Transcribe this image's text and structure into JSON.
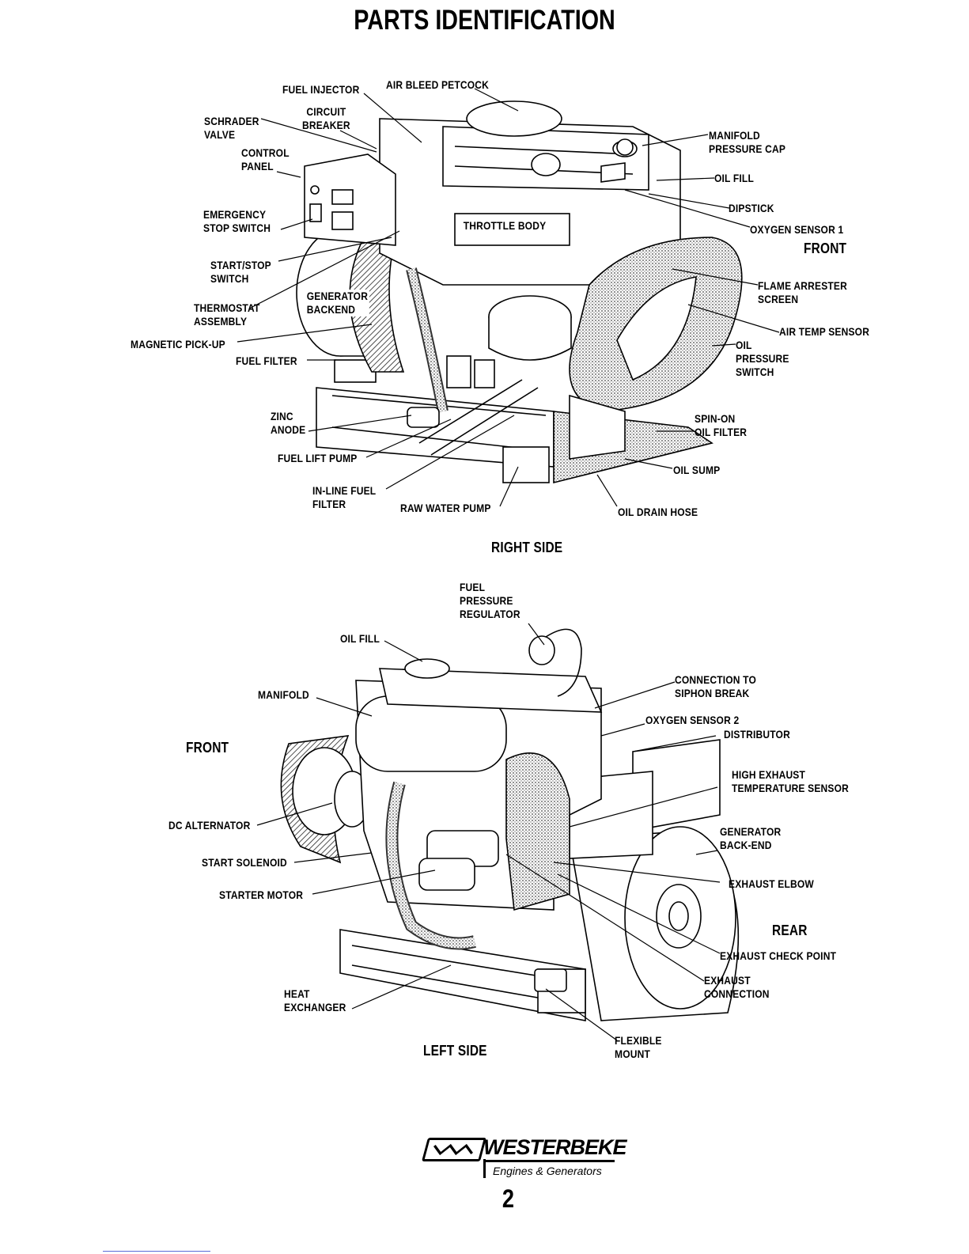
{
  "title": "PARTS IDENTIFICATION",
  "right_side": {
    "caption": "RIGHT SIDE",
    "orientation": "FRONT",
    "labels": {
      "fuel_injector": "FUEL INJECTOR",
      "air_bleed_petcock": "AIR BLEED PETCOCK",
      "circuit_breaker": "CIRCUIT\nBREAKER",
      "schrader_valve": "SCHRADER\nVALVE",
      "control_panel": "CONTROL\nPANEL",
      "emergency_stop_switch": "EMERGENCY\nSTOP SWITCH",
      "start_stop_switch": "START/STOP\nSWITCH",
      "thermostat_assembly": "THERMOSTAT\nASSEMBLY",
      "magnetic_pickup": "MAGNETIC PICK-UP",
      "fuel_filter": "FUEL FILTER",
      "zinc_anode": "ZINC\nANODE",
      "fuel_lift_pump": "FUEL LIFT PUMP",
      "inline_fuel_filter": "IN-LINE FUEL\nFILTER",
      "raw_water_pump": "RAW WATER PUMP",
      "oil_drain_hose": "OIL DRAIN HOSE",
      "oil_sump": "OIL SUMP",
      "spin_on_oil_filter": "SPIN-ON\nOIL FILTER",
      "oil_pressure_switch": "OIL\nPRESSURE\nSWITCH",
      "air_temp_sensor": "AIR TEMP SENSOR",
      "flame_arrester_screen": "FLAME ARRESTER\nSCREEN",
      "oxygen_sensor_1": "OXYGEN SENSOR 1",
      "dipstick": "DIPSTICK",
      "oil_fill": "OIL FILL",
      "manifold_pressure_cap": "MANIFOLD\nPRESSURE CAP",
      "throttle_body": "THROTTLE BODY",
      "generator_backend": "GENERATOR\nBACKEND"
    }
  },
  "left_side": {
    "caption": "LEFT SIDE",
    "orientation_front": "FRONT",
    "orientation_rear": "REAR",
    "labels": {
      "fuel_pressure_regulator": "FUEL\nPRESSURE\nREGULATOR",
      "oil_fill": "OIL FILL",
      "manifold": "MANIFOLD",
      "connection_to_siphon_break": "CONNECTION TO\nSIPHON BREAK",
      "oxygen_sensor_2": "OXYGEN SENSOR 2",
      "distributor": "DISTRIBUTOR",
      "high_exhaust_temperature_sensor": "HIGH EXHAUST\nTEMPERATURE SENSOR",
      "dc_alternator": "DC ALTERNATOR",
      "start_solenoid": "START SOLENOID",
      "starter_motor": "STARTER MOTOR",
      "generator_back_end": "GENERATOR\nBACK-END",
      "exhaust_elbow": "EXHAUST ELBOW",
      "exhaust_check_point": "EXHAUST CHECK POINT",
      "exhaust_connection": "EXHAUST\nCONNECTION",
      "heat_exchanger": "HEAT\nEXCHANGER",
      "flexible_mount": "FLEXIBLE\nMOUNT"
    }
  },
  "brand": {
    "name": "WESTERBEKE",
    "tagline": "Engines & Generators"
  },
  "page_number": "2"
}
